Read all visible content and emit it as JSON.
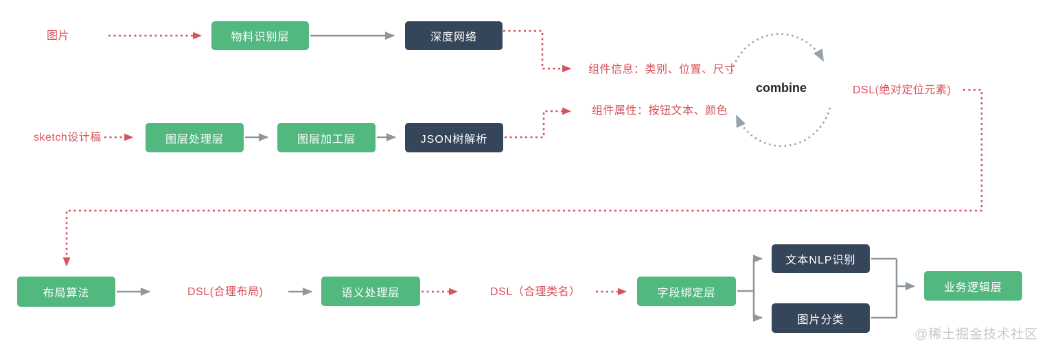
{
  "diagram": {
    "row_image": {
      "input_label": "图片",
      "material_layer": "物料识别层",
      "deep_network": "深度网络",
      "component_info": "组件信息：类别、位置、尺寸"
    },
    "row_sketch": {
      "input_label": "sketch设计稿",
      "layer_process": "图层处理层",
      "layer_refine": "图层加工层",
      "json_parse": "JSON树解析",
      "component_attr": "组件属性：按钮文本、颜色"
    },
    "merge": {
      "combine_label": "combine",
      "dsl_absolute": "DSL(绝对定位元素)"
    },
    "row_layout": {
      "layout_algo": "布局算法",
      "dsl_layout": "DSL(合理布局)",
      "semantic_layer": "语义处理层",
      "dsl_classname": "DSL（合理类名）",
      "field_binding": "字段绑定层",
      "text_nlp": "文本NLP识别",
      "image_classify": "图片分类",
      "business_logic": "业务逻辑层"
    },
    "watermark": "@稀土掘金技术社区",
    "colors": {
      "box_green": "#52b880",
      "box_dark": "#36465a",
      "line_red": "#d9515a",
      "line_gray": "#8e979e",
      "arc_gray": "#9aa2a9",
      "watermark_gray": "#c9c9c9"
    }
  }
}
